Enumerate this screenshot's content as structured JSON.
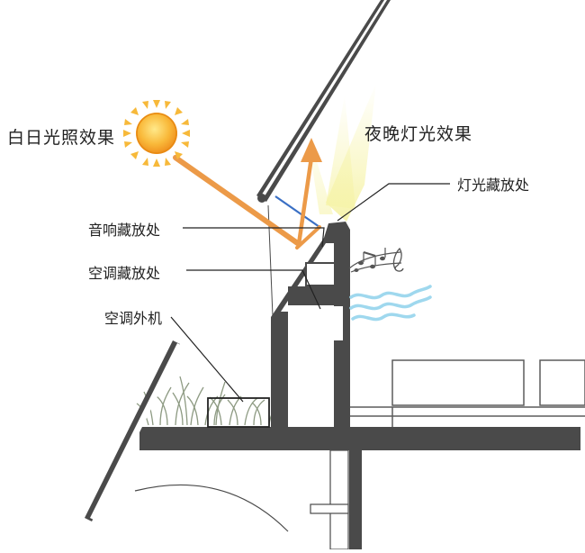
{
  "labels": {
    "day_effect": "白日光照效果",
    "night_effect": "夜晚灯光效果",
    "light_storage": "灯光藏放处",
    "speaker_storage": "音响藏放处",
    "ac_storage": "空调藏放处",
    "ac_outdoor_unit": "空调外机"
  },
  "colors": {
    "structure": "#4a4a4a",
    "wall_fill": "#ffffff",
    "sun_ray": "#ec9a48",
    "glass": "#3a6fc4",
    "light_glow": "#f4f2b0",
    "air_flow": "#9fd8ee",
    "grass": "#8d9a82",
    "callout_line": "#222222"
  }
}
